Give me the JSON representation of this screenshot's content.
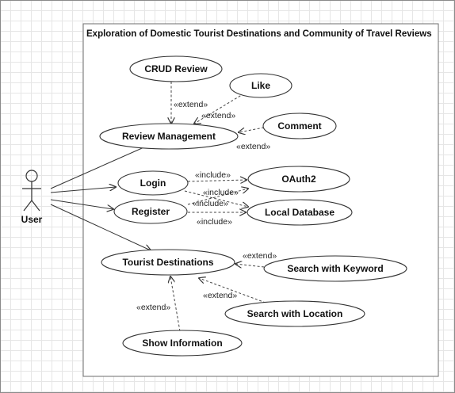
{
  "boundary": {
    "title": "Exploration of Domestic Tourist Destinations and Community of Travel Reviews"
  },
  "actor": {
    "name": "User"
  },
  "use_cases": {
    "crud_review": "CRUD Review",
    "like": "Like",
    "comment": "Comment",
    "review_management": "Review Management",
    "login": "Login",
    "register": "Register",
    "oauth2": "OAuth2",
    "local_database": "Local Database",
    "tourist_destinations": "Tourist Destinations",
    "search_keyword": "Search with Keyword",
    "search_location": "Search with Location",
    "show_information": "Show Information"
  },
  "relations": {
    "extend_crud": "«extend»",
    "extend_like": "«extend»",
    "extend_comment": "«extend»",
    "include_login_oauth": "«include»",
    "include_login_local": "«include»",
    "include_register_oauth": "«include»",
    "include_register_local": "«include»",
    "extend_keyword": "«extend»",
    "extend_location": "«extend»",
    "extend_show_info": "«extend»"
  }
}
